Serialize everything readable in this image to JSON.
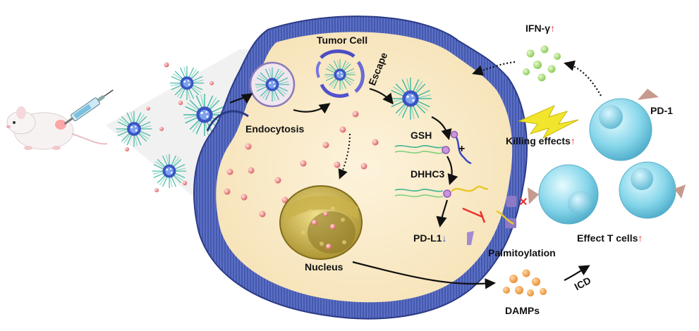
{
  "labels": {
    "tumor_cell": "Tumor Cell",
    "escape": "Escape",
    "endocytosis": "Endocytosis",
    "gsh": "GSH",
    "plus": "+",
    "dhhc3": "DHHC3",
    "pdl1": "PD-L1",
    "nucleus": "Nucleus",
    "palmitoylation": "Palmitoylation",
    "damps": "DAMPs",
    "icd": "ICD",
    "ifn_gamma": "IFN-γ",
    "pd1": "PD-1",
    "killing_effects": "Killing effects",
    "effect_t_cells": "Effect T cells",
    "up_arrow": "↑",
    "down_arrow": "↓",
    "block_mark": "×"
  },
  "colors": {
    "membrane": "#4a5fb0",
    "membrane_dark": "#2b3a86",
    "cytoplasm": "#fbecc9",
    "particle_red": "#e88888",
    "ifn_green": "#9ad36a",
    "damps_orange": "#f2a24c",
    "tcell": "#7fd3e6",
    "lightning": "#f2e62c",
    "up": "#e8322f",
    "down": "#2c5de0"
  }
}
